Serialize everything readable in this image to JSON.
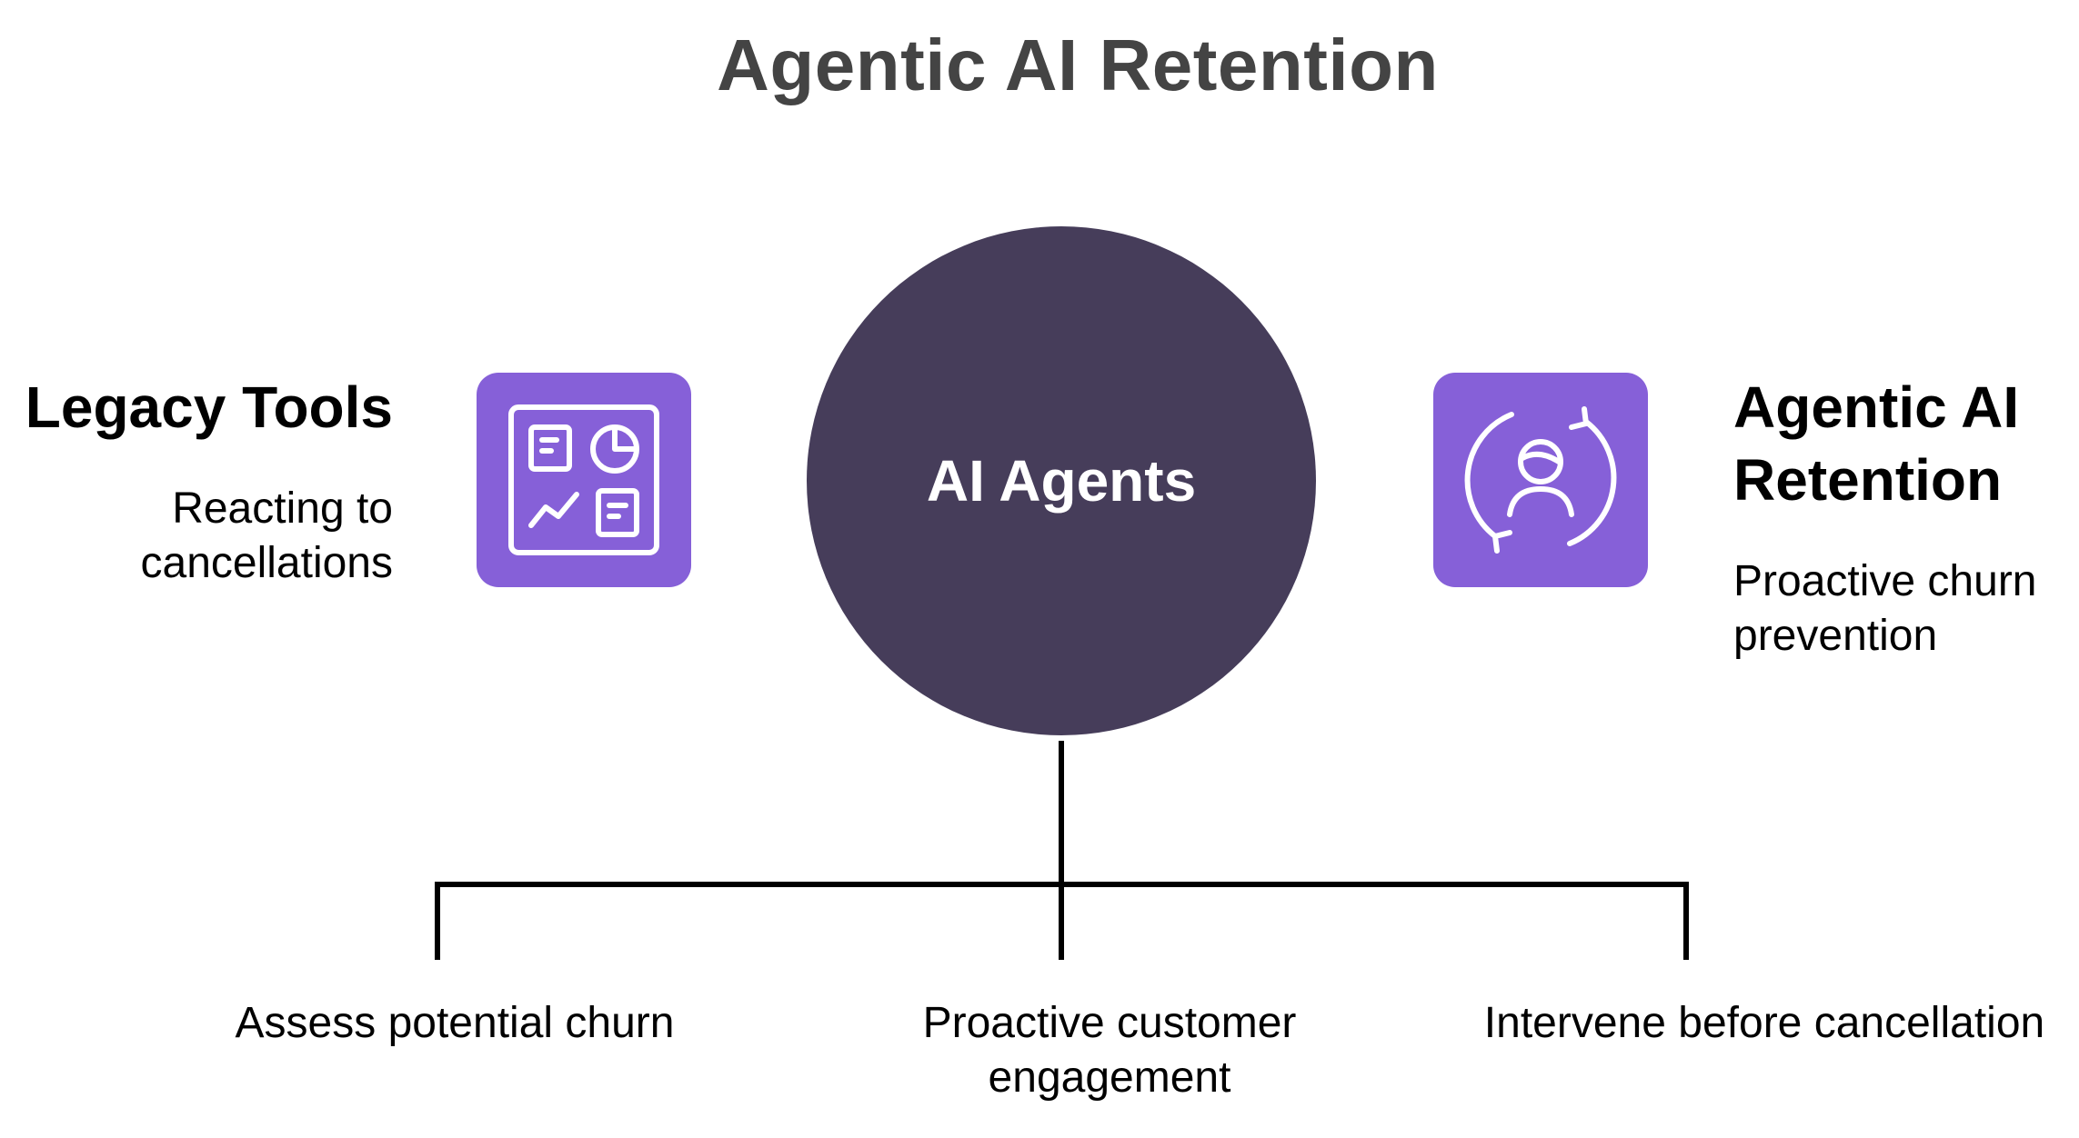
{
  "title": "Agentic AI Retention",
  "hub": {
    "label": "AI Agents"
  },
  "left": {
    "heading": "Legacy Tools",
    "description": "Reacting to cancellations",
    "icon": "analytics-dashboard-icon"
  },
  "right": {
    "heading": "Agentic AI Retention",
    "description": "Proactive churn prevention",
    "icon": "user-refresh-icon"
  },
  "branches": [
    {
      "label": "Assess potential churn"
    },
    {
      "label": "Proactive customer engagement"
    },
    {
      "label": "Intervene before cancellation"
    }
  ],
  "colors": {
    "hub": "#463d5a",
    "tile": "#8660d8",
    "title": "#444444",
    "text": "#000000",
    "line": "#000000"
  }
}
